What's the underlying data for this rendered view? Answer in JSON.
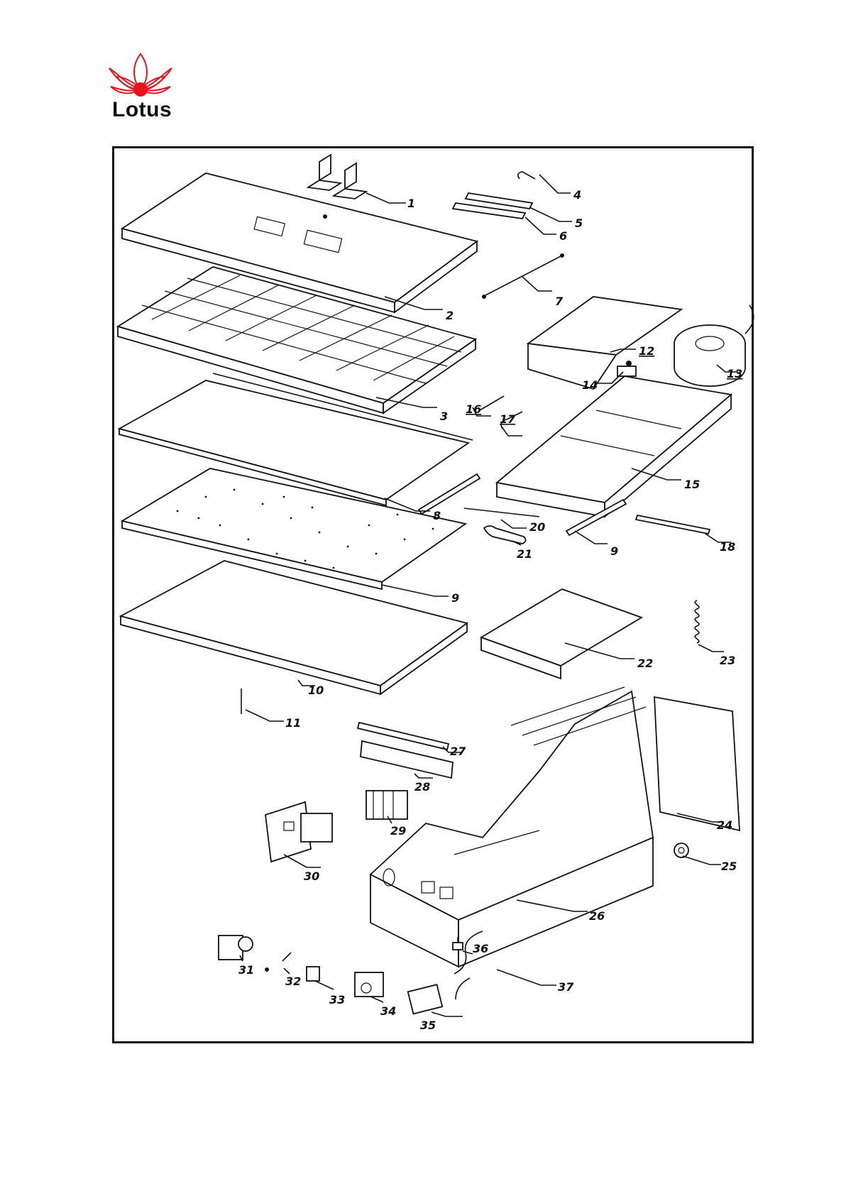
{
  "brand": {
    "name": "Lotus",
    "accent": "#e8141b"
  },
  "callouts": [
    "1",
    "2",
    "3",
    "4",
    "5",
    "6",
    "7",
    "8",
    "9",
    "9",
    "10",
    "11",
    "12",
    "13",
    "14",
    "15",
    "16",
    "17",
    "18",
    "20",
    "21",
    "22",
    "23",
    "24",
    "25",
    "26",
    "27",
    "28",
    "29",
    "30",
    "31",
    "32",
    "33",
    "34",
    "35",
    "36",
    "37"
  ]
}
